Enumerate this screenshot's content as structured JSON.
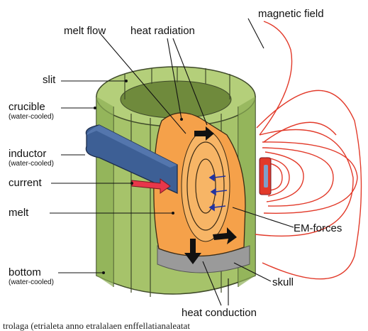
{
  "labels": {
    "magnetic_field": "magnetic field",
    "melt_flow": "melt flow",
    "heat_radiation": "heat radiation",
    "slit": "slit",
    "crucible": "crucible",
    "crucible_sub": "(water-cooled)",
    "inductor": "inductor",
    "inductor_sub": "(water-cooled)",
    "current": "current",
    "melt": "melt",
    "em_forces": "EM-forces",
    "bottom": "bottom",
    "bottom_sub": "(water-cooled)",
    "skull": "skull",
    "heat_conduction": "heat conduction"
  },
  "cropped_caption": "trolaga (etrialeta anno etralalaen enffellatianaleatat",
  "colors": {
    "crucible": "#a6c36a",
    "crucible_dark": "#7f9c4b",
    "crucible_outline": "#3f4a2a",
    "melt": "#f5a14a",
    "skull": "#9a9a9a",
    "inductor": "#3d5f95",
    "field": "#e23a2a",
    "current_arrow": "#e8374a",
    "em_arrow": "#2233a0"
  }
}
